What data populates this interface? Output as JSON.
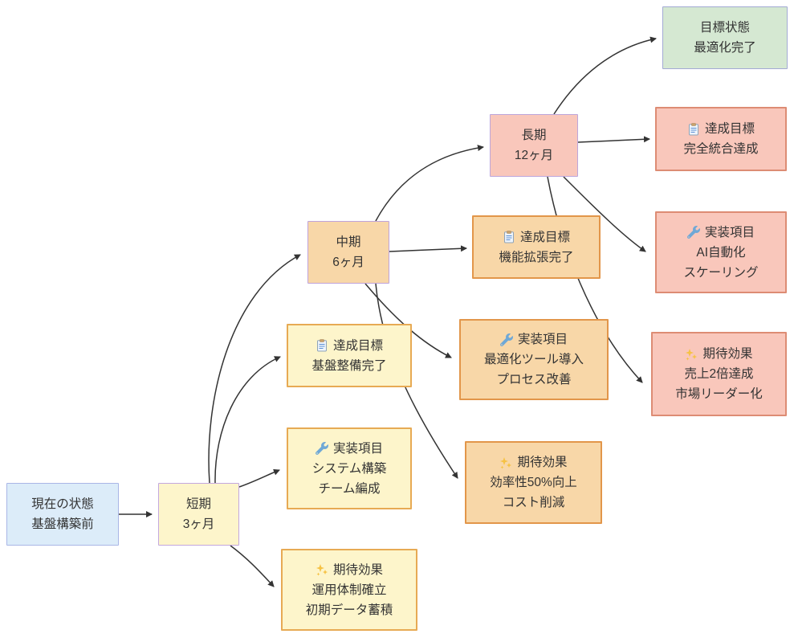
{
  "diagram": {
    "nodes": {
      "current": {
        "line1": "現在の状態",
        "line2": "基盤構築前"
      },
      "short_term": {
        "line1": "短期",
        "line2": "3ヶ月"
      },
      "mid_term": {
        "line1": "中期",
        "line2": "6ヶ月"
      },
      "long_term": {
        "line1": "長期",
        "line2": "12ヶ月"
      },
      "goal_state": {
        "line1": "目標状態",
        "line2": "最適化完了"
      },
      "short_goal": {
        "icon": "clipboard-icon",
        "label": "達成目標",
        "line2": "基盤整備完了"
      },
      "short_impl": {
        "icon": "wrench-icon",
        "label": "実装項目",
        "line2": "システム構築",
        "line3": "チーム編成"
      },
      "short_effect": {
        "icon": "sparkles-icon",
        "label": "期待効果",
        "line2": "運用体制確立",
        "line3": "初期データ蓄積"
      },
      "mid_goal": {
        "icon": "clipboard-icon",
        "label": "達成目標",
        "line2": "機能拡張完了"
      },
      "mid_impl": {
        "icon": "wrench-icon",
        "label": "実装項目",
        "line2": "最適化ツール導入",
        "line3": "プロセス改善"
      },
      "mid_effect": {
        "icon": "sparkles-icon",
        "label": "期待効果",
        "line2": "効率性50%向上",
        "line3": "コスト削減"
      },
      "long_goal": {
        "icon": "clipboard-icon",
        "label": "達成目標",
        "line2": "完全統合達成"
      },
      "long_impl": {
        "icon": "wrench-icon",
        "label": "実装項目",
        "line2": "AI自動化",
        "line3": "スケーリング"
      },
      "long_effect": {
        "icon": "sparkles-icon",
        "label": "期待効果",
        "line2": "売上2倍達成",
        "line3": "市場リーダー化"
      }
    },
    "edges": [
      {
        "from": "current",
        "to": "short_term"
      },
      {
        "from": "short_term",
        "to": "mid_term"
      },
      {
        "from": "short_term",
        "to": "short_goal"
      },
      {
        "from": "short_term",
        "to": "short_impl"
      },
      {
        "from": "short_term",
        "to": "short_effect"
      },
      {
        "from": "mid_term",
        "to": "long_term"
      },
      {
        "from": "mid_term",
        "to": "mid_goal"
      },
      {
        "from": "mid_term",
        "to": "mid_impl"
      },
      {
        "from": "mid_term",
        "to": "mid_effect"
      },
      {
        "from": "long_term",
        "to": "goal_state"
      },
      {
        "from": "long_term",
        "to": "long_goal"
      },
      {
        "from": "long_term",
        "to": "long_impl"
      },
      {
        "from": "long_term",
        "to": "long_effect"
      }
    ],
    "palette": {
      "state_fill": "#dcecf9",
      "state_border": "#a9b6e6",
      "short_fill": "#fdf5cb",
      "short_stage_border": "#c3a8de",
      "short_child_border": "#e7aa54",
      "mid_fill": "#f8d7a8",
      "mid_stage_border": "#bfa3da",
      "mid_child_border": "#e2964a",
      "long_fill": "#f9c7bb",
      "long_stage_border": "#bca6dc",
      "long_child_border": "#dd8c74",
      "goal_fill": "#d5e8d2",
      "goal_border": "#a3aad4",
      "edge_color": "#333333",
      "text_color": "#333333",
      "background": "#ffffff"
    }
  }
}
